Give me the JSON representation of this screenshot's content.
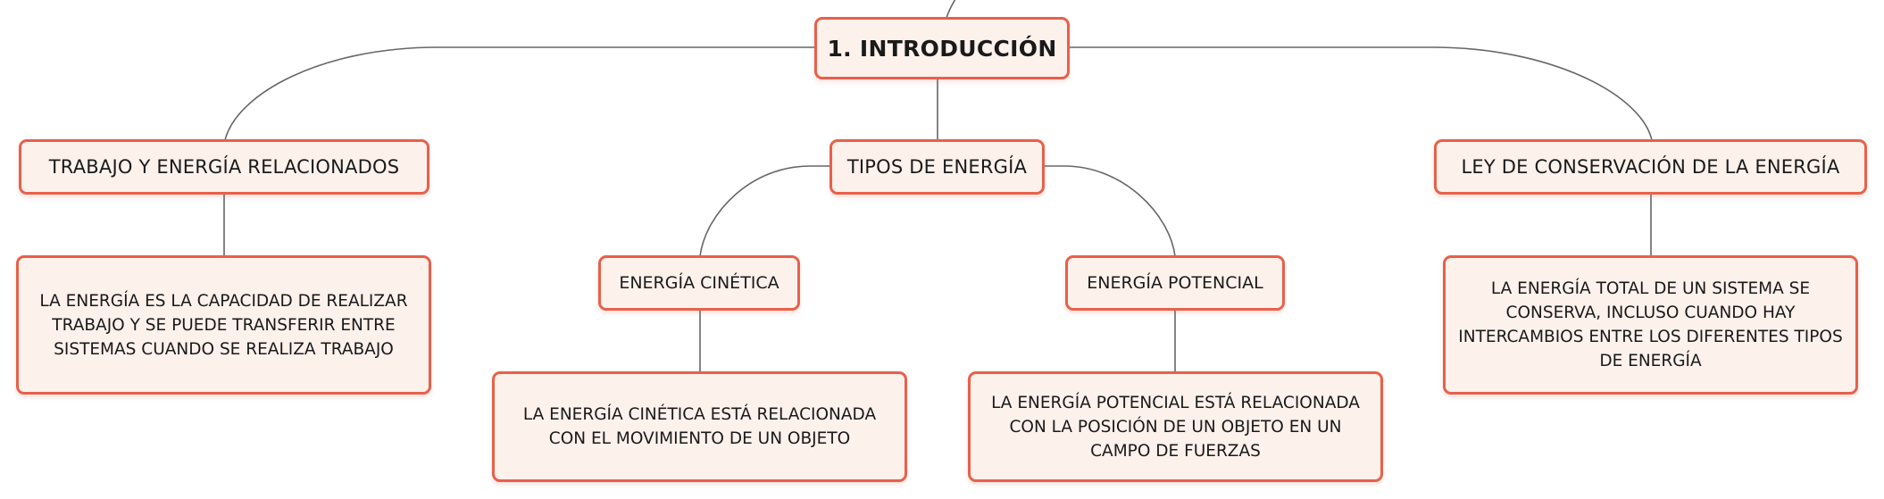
{
  "colors": {
    "node_fill": "#fdf1ec",
    "node_border": "#e8604a",
    "connector": "#666666"
  },
  "diagram": {
    "root": {
      "label": "1. INTRODUCCIÓN"
    },
    "branches": [
      {
        "label": "TRABAJO Y ENERGÍA RELACIONADOS",
        "description": "LA ENERGÍA ES LA CAPACIDAD DE REALIZAR TRABAJO Y SE PUEDE TRANSFERIR ENTRE SISTEMAS CUANDO SE REALIZA TRABAJO"
      },
      {
        "label": "TIPOS DE ENERGÍA",
        "children": [
          {
            "label": "ENERGÍA CINÉTICA",
            "description": "LA ENERGÍA CINÉTICA ESTÁ RELACIONADA CON EL MOVIMIENTO DE UN OBJETO"
          },
          {
            "label": "ENERGÍA POTENCIAL",
            "description": "LA ENERGÍA POTENCIAL ESTÁ RELACIONADA CON LA POSICIÓN DE UN OBJETO EN UN CAMPO DE FUERZAS"
          }
        ]
      },
      {
        "label": "LEY DE CONSERVACIÓN DE LA ENERGÍA",
        "description": "LA ENERGÍA TOTAL DE UN SISTEMA SE CONSERVA, INCLUSO CUANDO HAY INTERCAMBIOS ENTRE LOS DIFERENTES TIPOS DE ENERGÍA"
      }
    ]
  }
}
